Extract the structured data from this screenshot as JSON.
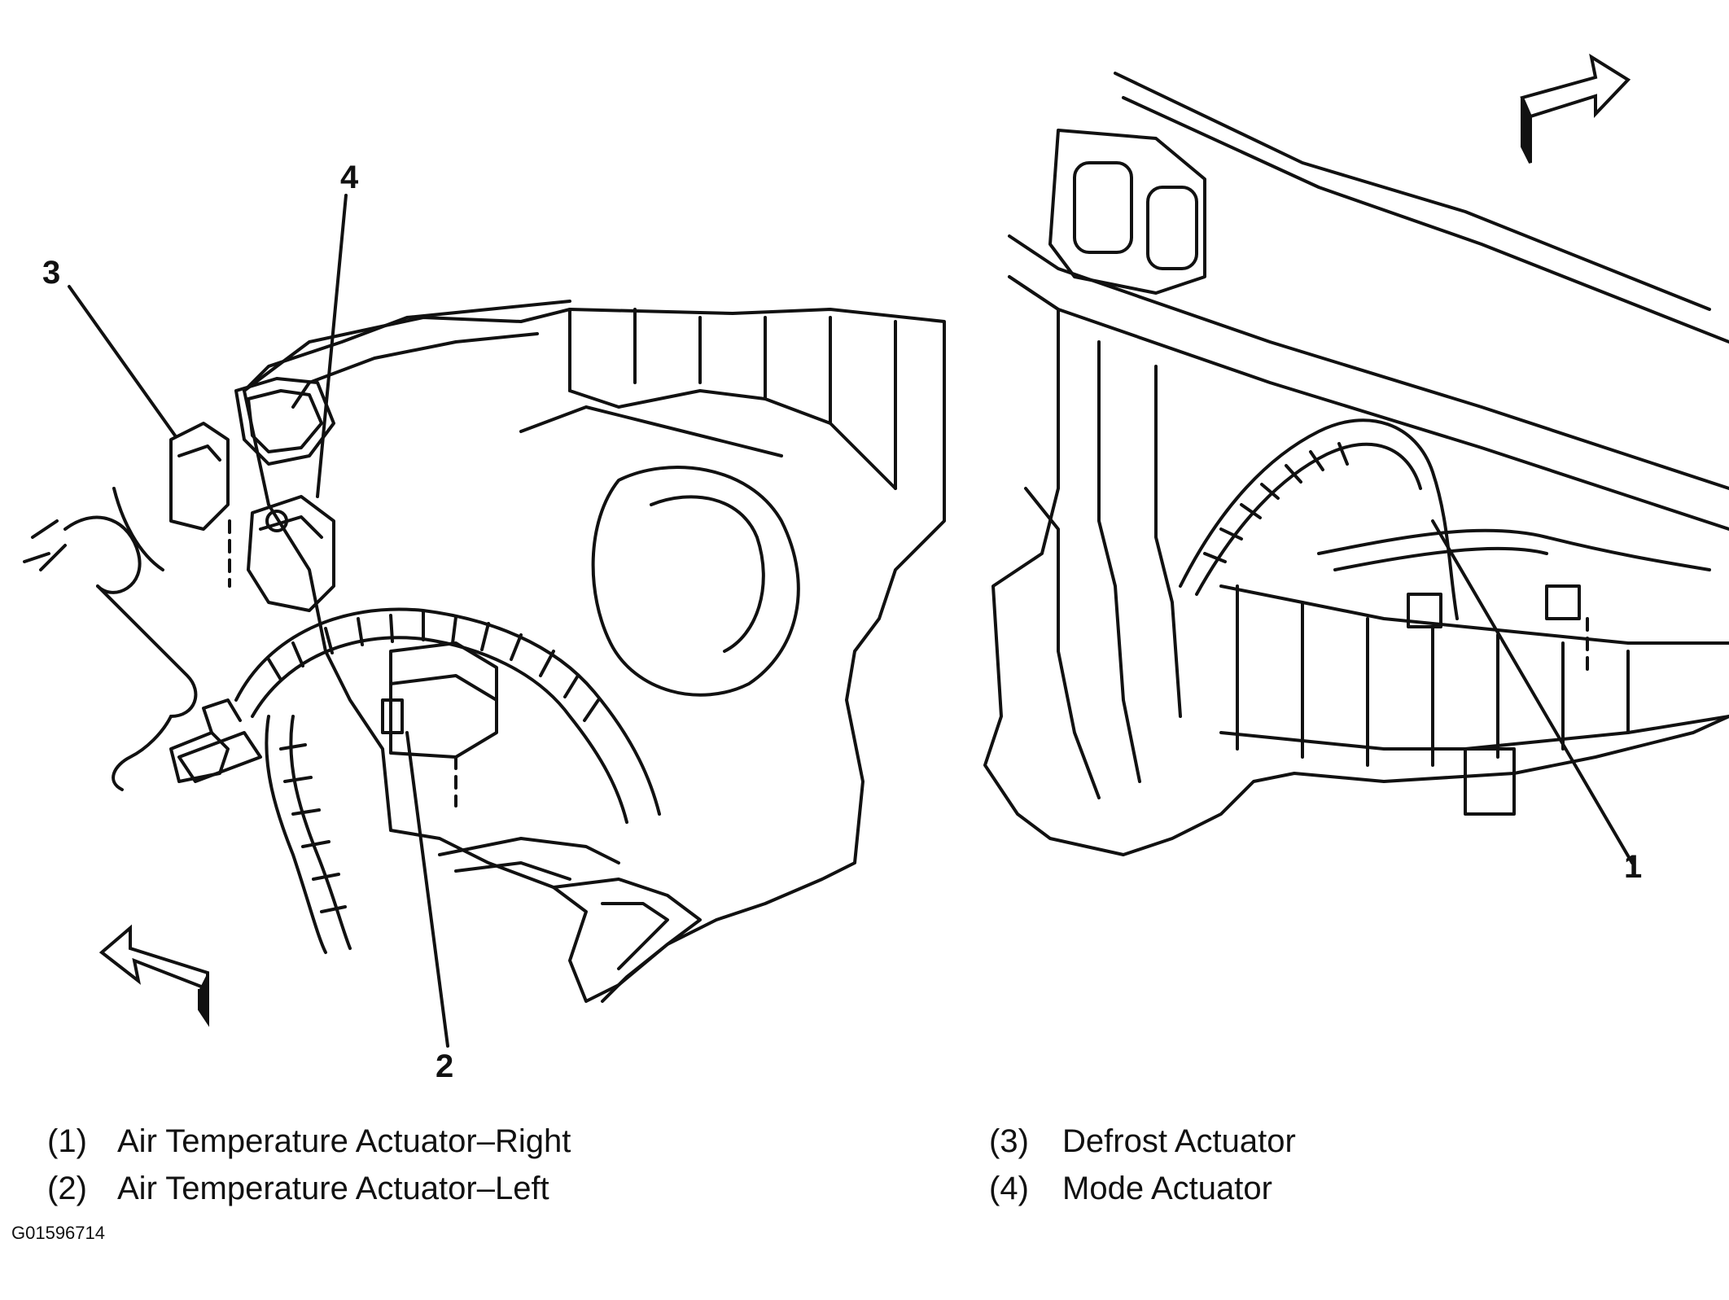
{
  "callouts": [
    {
      "number": "1"
    },
    {
      "number": "2"
    },
    {
      "number": "3"
    },
    {
      "number": "4"
    }
  ],
  "legend": [
    {
      "number": "(1)",
      "label": "Air Temperature Actuator–Right"
    },
    {
      "number": "(2)",
      "label": "Air Temperature Actuator–Left"
    },
    {
      "number": "(3)",
      "label": "Defrost Actuator"
    },
    {
      "number": "(4)",
      "label": "Mode Actuator"
    }
  ],
  "figure_id": "G01596714",
  "icons": [
    "arrow-front-icon",
    "arrow-front-icon"
  ]
}
